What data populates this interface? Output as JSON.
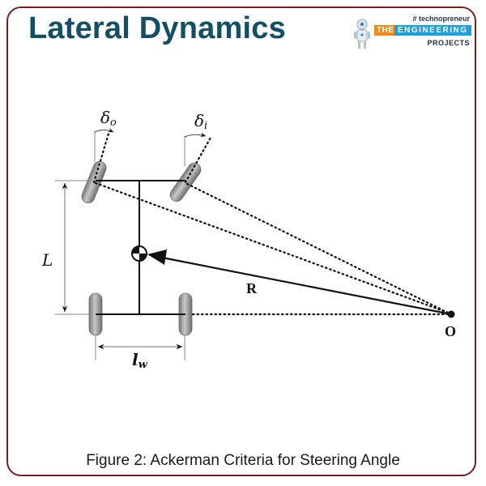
{
  "header": {
    "title": "Lateral Dynamics"
  },
  "logo": {
    "tagline": "# technopreneur",
    "word1": "THE",
    "word2": "ENGINEERING",
    "word3": "PROJECTS"
  },
  "diagram": {
    "labels": {
      "delta_outer": "δo",
      "delta_outer_base": "δ",
      "delta_outer_sub": "o",
      "delta_inner_base": "δ",
      "delta_inner_sub": "i",
      "wheelbase": "L",
      "track_base": "l",
      "track_sub": "w",
      "radius": "R",
      "center": "O"
    },
    "colors": {
      "title": "#124e66",
      "frame": "#7a1f1f",
      "tire": "#9a9a9a",
      "line": "#111111",
      "guide": "#8a8a8a"
    }
  },
  "caption": {
    "text": "Figure 2: Ackerman Criteria for Steering Angle"
  }
}
